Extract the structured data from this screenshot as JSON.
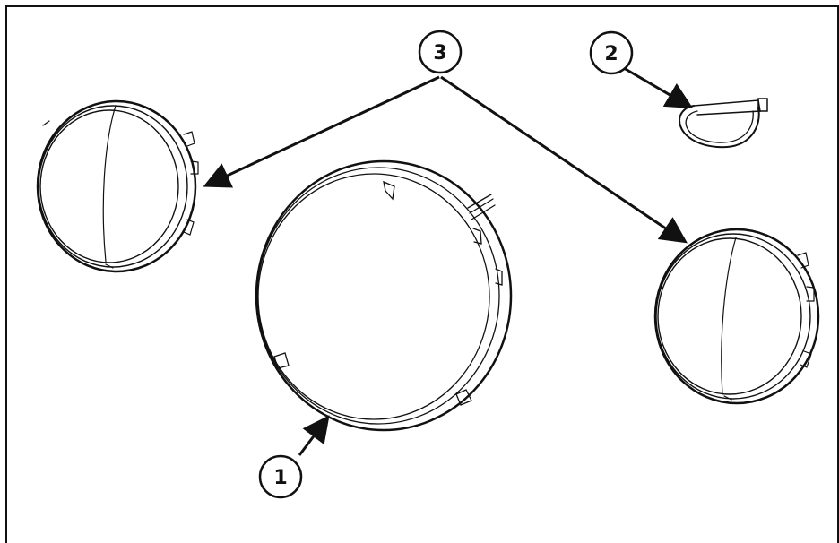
{
  "callouts": {
    "one": "1",
    "two": "2",
    "three": "3"
  },
  "parts": [
    {
      "callout": "1",
      "name": "large-ring"
    },
    {
      "callout": "2",
      "name": "cable-tie"
    },
    {
      "callout": "3",
      "name": "lens-ring"
    }
  ],
  "colors": {
    "line": "#111111",
    "background": "#ffffff"
  }
}
